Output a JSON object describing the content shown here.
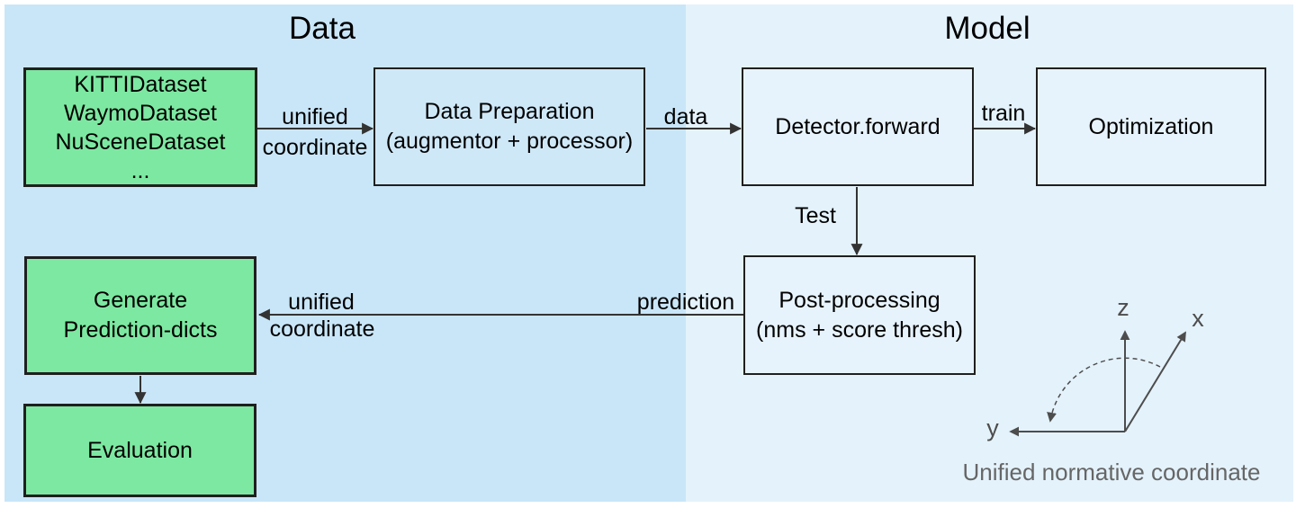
{
  "titles": {
    "data": "Data",
    "model": "Model"
  },
  "boxes": {
    "datasets": {
      "lines": [
        "KITTIDataset",
        "WaymoDataset",
        "NuSceneDataset",
        "..."
      ]
    },
    "data_preparation": {
      "lines": [
        "Data Preparation",
        "(augmentor + processor)"
      ]
    },
    "detector": {
      "label": "Detector.forward"
    },
    "optimization": {
      "label": "Optimization"
    },
    "post_processing": {
      "lines": [
        "Post-processing",
        "(nms + score thresh)"
      ]
    },
    "generate_prediction": {
      "lines": [
        "Generate",
        "Prediction-dicts"
      ]
    },
    "evaluation": {
      "label": "Evaluation"
    }
  },
  "edge_labels": {
    "unified_top_line1": "unified",
    "unified_top_line2": "coordinate",
    "data": "data",
    "train": "train",
    "test": "Test",
    "prediction": "prediction",
    "unified_bottom_line1": "unified",
    "unified_bottom_line2": "coordinate"
  },
  "axes": {
    "z": "z",
    "x": "x",
    "y": "y",
    "caption": "Unified normative coordinate"
  },
  "colors": {
    "left_panel_bg": "#c9e6f8",
    "right_panel_bg": "#e4f2fb",
    "green_box_fill": "#7de8a1",
    "light_box_fill": "#e7f3fc",
    "data_prep_fill": "#cfe8f8",
    "box_border": "#1f1f1f",
    "arrow": "#333333",
    "axis": "#4d4d4d",
    "caption_text": "#666666"
  }
}
